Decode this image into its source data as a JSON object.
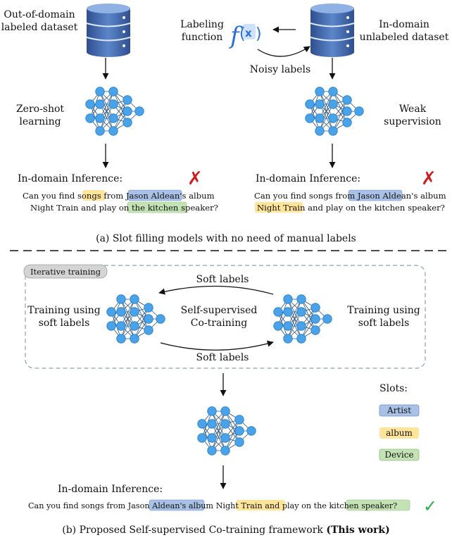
{
  "top": {
    "out_domain_1": "Out-of-domain",
    "out_domain_2": "labeled dataset",
    "labeling_1": "Labeling",
    "labeling_2": "function",
    "in_domain_1": "In-domain",
    "in_domain_2": "unlabeled dataset",
    "noisy_labels": "Noisy labels",
    "zero_shot_1": "Zero-shot",
    "zero_shot_2": "learning",
    "weak_1": "Weak",
    "weak_2": "supervision",
    "left_inference_title": "In-domain Inference:",
    "right_inference_title": "In-domain Inference:",
    "left_s1": [
      "Can you find ",
      "songs",
      " from ",
      "Jason Aldean's",
      " album"
    ],
    "left_s2": [
      "Night Train and play on the ",
      "kitchen speaker",
      "?"
    ],
    "right_s1": [
      "Can you find songs from ",
      "Jason Aldean's",
      " album"
    ],
    "right_s2": [
      "Night Train",
      " and play on the kitchen speaker?"
    ],
    "cross_mark": "✗",
    "caption_a": "(a) Slot filling models with no need of manual labels"
  },
  "bottom": {
    "iterative_label": "Iterative training",
    "soft_labels_top": "Soft labels",
    "soft_labels_bottom": "Soft labels",
    "train_left_1": "Training using",
    "train_left_2": "soft labels",
    "train_right_1": "Training using",
    "train_right_2": "soft labels",
    "cotrain_1": "Self-supervised",
    "cotrain_2": "Co-training",
    "slots_title": "Slots:",
    "slot_artist": "Artist",
    "slot_album": "album",
    "slot_device": "Device",
    "inference_title": "In-domain Inference:",
    "sentence": [
      "Can you find songs from ",
      "Jason Aldean's",
      " album ",
      "Night Train",
      " and play on the ",
      "kitchen speaker",
      "?"
    ],
    "check_mark": "✓",
    "caption_b_main": "(b) Proposed Self-supervised Co-training framework ",
    "caption_b_bold": "(This work)"
  },
  "colors": {
    "artist": "#a9c1e6",
    "album": "#ffe49a",
    "device": "#c4e3b4",
    "network_node": "#4aa3e8",
    "database": "#3a5fa8",
    "cross": "#cc1f1f",
    "check": "#2fae4a"
  }
}
